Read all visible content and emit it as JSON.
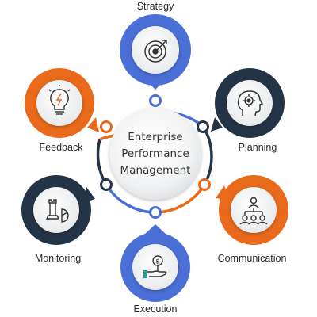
{
  "hub": {
    "title_lines": [
      "Enterprise",
      "Performance",
      "Management"
    ]
  },
  "colors": {
    "blue": "#4a6fd6",
    "navy": "#243447",
    "orange": "#e86a1a",
    "ring_light": "#9aa4ae"
  },
  "steps": [
    {
      "label": "Strategy",
      "icon": "target-icon",
      "color": "blue"
    },
    {
      "label": "Planning",
      "icon": "head-gear-icon",
      "color": "navy"
    },
    {
      "label": "Communication",
      "icon": "team-meeting-icon",
      "color": "orange"
    },
    {
      "label": "Execution",
      "icon": "money-hand-icon",
      "color": "blue"
    },
    {
      "label": "Monitoring",
      "icon": "chess-chart-icon",
      "color": "navy"
    },
    {
      "label": "Feedback",
      "icon": "lightbulb-icon",
      "color": "orange"
    }
  ]
}
